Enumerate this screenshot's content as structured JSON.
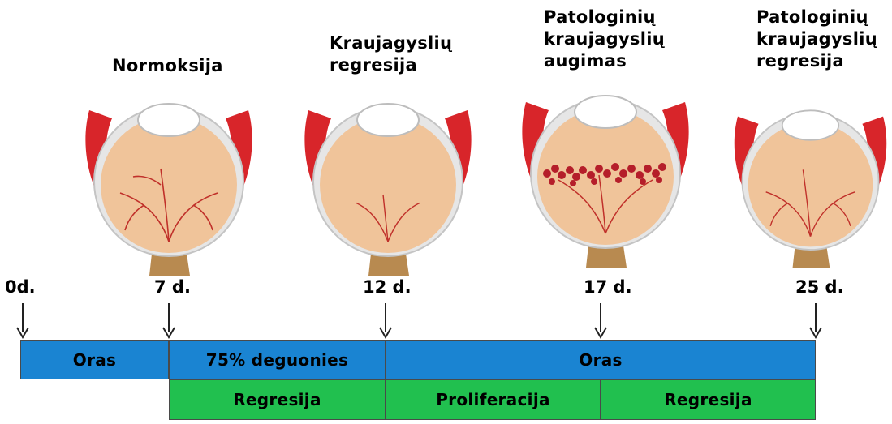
{
  "stages": [
    {
      "title": "Normoksija"
    },
    {
      "title": "Kraujagyslių\nregresija"
    },
    {
      "title": "Patologinių\nkraujagyslių\naugimas"
    },
    {
      "title": "Patologinių\nkraujagyslių\nregresija"
    }
  ],
  "days": [
    "0d.",
    "7 d.",
    "12 d.",
    "17 d.",
    "25 d."
  ],
  "oxygen_row": [
    "Oras",
    "75% deguonies",
    "Oras"
  ],
  "phase_row": [
    "Regresija",
    "Proliferacija",
    "Regresija"
  ],
  "colors": {
    "oxygen_bar": "#1a84d2",
    "phase_bar": "#21c04f",
    "retina": "#f0c49a",
    "vessel": "#c0302a",
    "muscle": "#d8252a",
    "optic_nerve": "#b88a50"
  }
}
